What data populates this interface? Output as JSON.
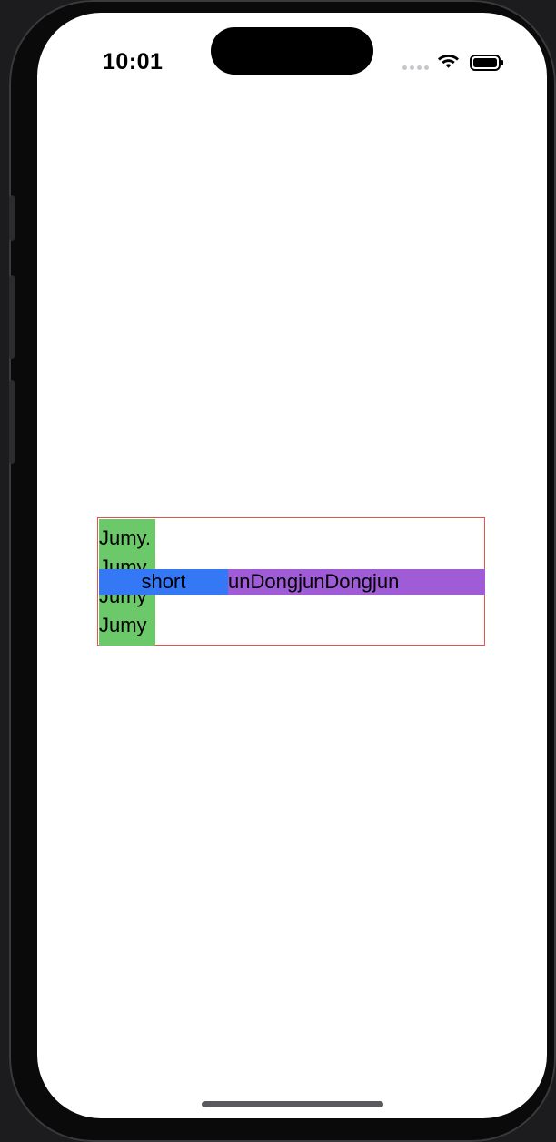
{
  "status_bar": {
    "time": "10:01"
  },
  "stack": {
    "green_lines": [
      "Jumy.",
      "Jumy.",
      "Jumy",
      "Jumy"
    ],
    "short_label": "short",
    "long_label": "unDongjunDongjun"
  },
  "colors": {
    "container_border": "#e5534b",
    "green": "#6cc96a",
    "blue": "#3478f6",
    "purple": "#a05cd6"
  }
}
